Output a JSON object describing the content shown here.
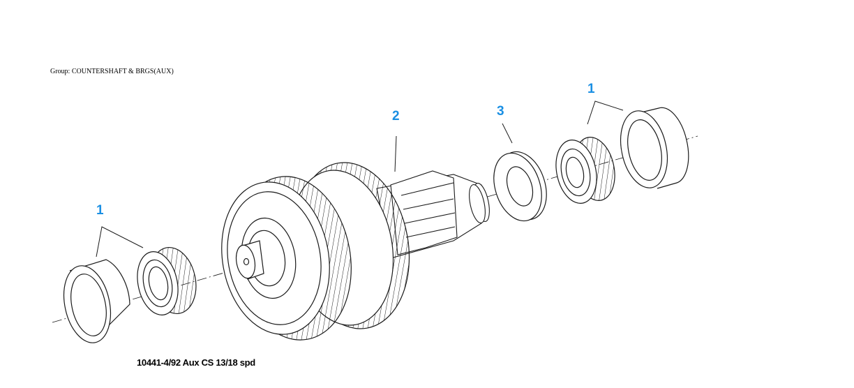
{
  "header": {
    "group_label": "Group: COUNTERSHAFT & BRGS(AUX)"
  },
  "callouts": {
    "bearing_right": "1",
    "gear_shaft": "2",
    "spacer": "3",
    "bearing_left": "1"
  },
  "caption": "10441-4/92 Aux CS 13/18 spd",
  "colors": {
    "callout": "#1a8fe3",
    "line_art": "#1a1a1a"
  }
}
